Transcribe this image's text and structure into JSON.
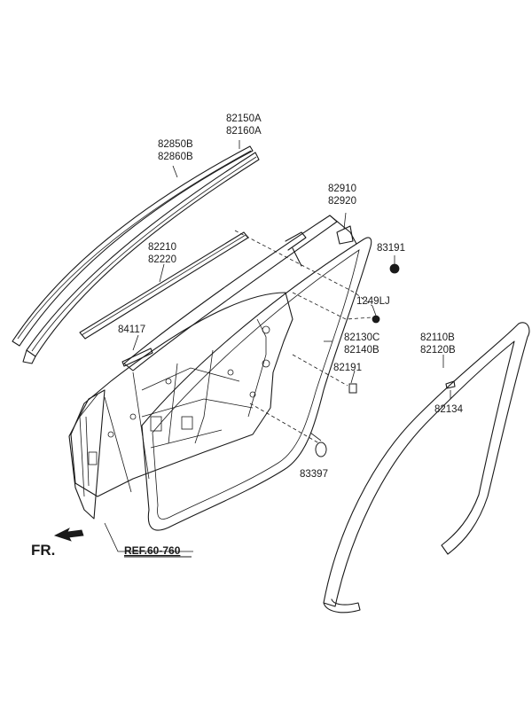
{
  "labels": {
    "p82150A": "82150A",
    "p82160A": "82160A",
    "p82850B": "82850B",
    "p82860B": "82860B",
    "p82910": "82910",
    "p82920": "82920",
    "p83191": "83191",
    "p82210": "82210",
    "p82220": "82220",
    "p1249LJ": "1249LJ",
    "p84117": "84117",
    "p82130C": "82130C",
    "p82140B": "82140B",
    "p82110B": "82110B",
    "p82120B": "82120B",
    "p82191": "82191",
    "p82134": "82134",
    "p83397": "83397"
  },
  "reference": "REF.60-760",
  "direction": "FR."
}
